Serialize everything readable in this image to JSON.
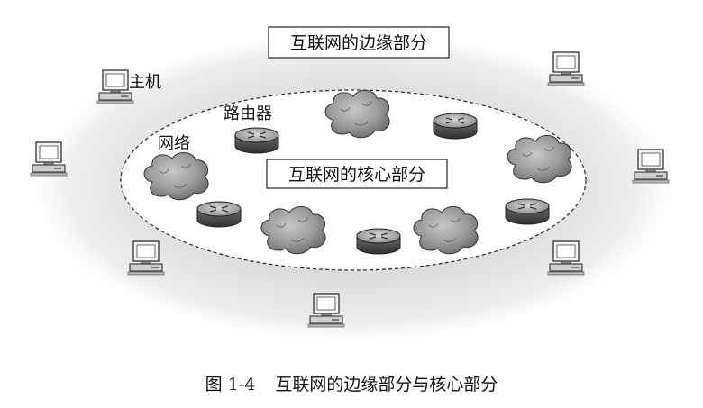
{
  "diagram": {
    "edge_title": "互联网的边缘部分",
    "core_title": "互联网的核心部分",
    "host_label": "主机",
    "router_label": "路由器",
    "network_label": "网络"
  },
  "caption": {
    "number": "图 1-4",
    "text": "互联网的边缘部分与核心部分"
  }
}
